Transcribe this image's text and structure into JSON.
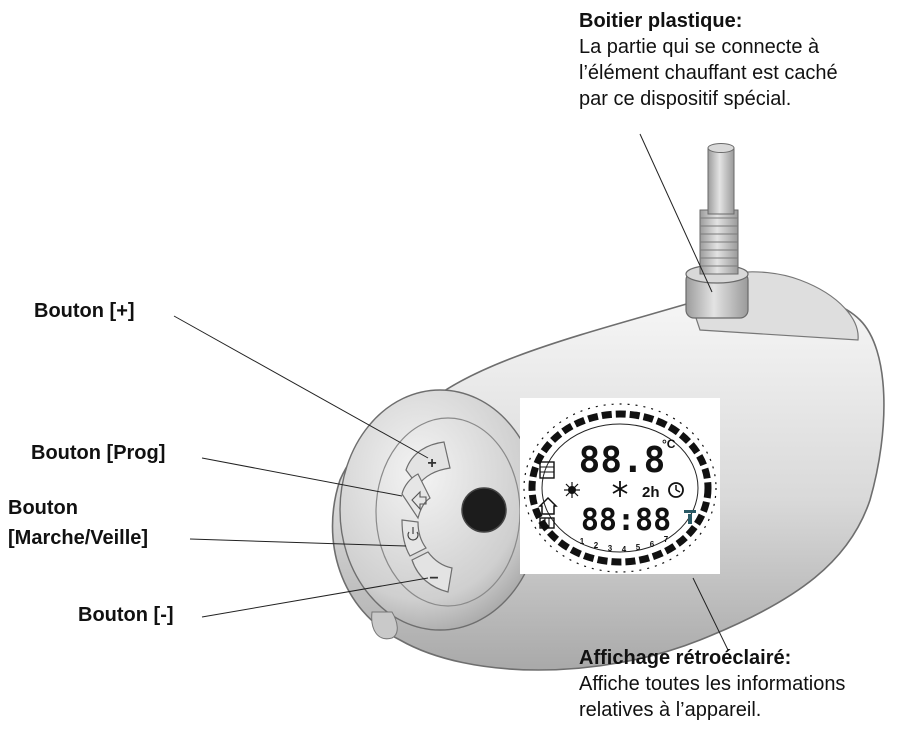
{
  "labels": {
    "plus": "Bouton [+]",
    "prog": "Bouton [Prog]",
    "power_line1": "Bouton",
    "power_line2": "[Marche/Veille]",
    "minus": "Bouton [-]"
  },
  "callouts": {
    "housing": {
      "title": "Boitier plastique:",
      "lines": [
        "La partie qui se connecte à",
        "l’élément chauffant est caché",
        "par ce dispositif spécial."
      ]
    },
    "display": {
      "title": "Affichage rétroéclairé:",
      "lines": [
        "Affiche toutes les informations",
        "relatives à l’appareil."
      ]
    }
  },
  "lcd": {
    "temperature": "88.8",
    "temp_unit": "°C",
    "time": "88:88",
    "timer": "2h",
    "day_numbers": [
      "1",
      "2",
      "3",
      "4",
      "5",
      "6",
      "7"
    ]
  },
  "buttons": {
    "plus_symbol": "+",
    "minus_symbol": "−"
  }
}
